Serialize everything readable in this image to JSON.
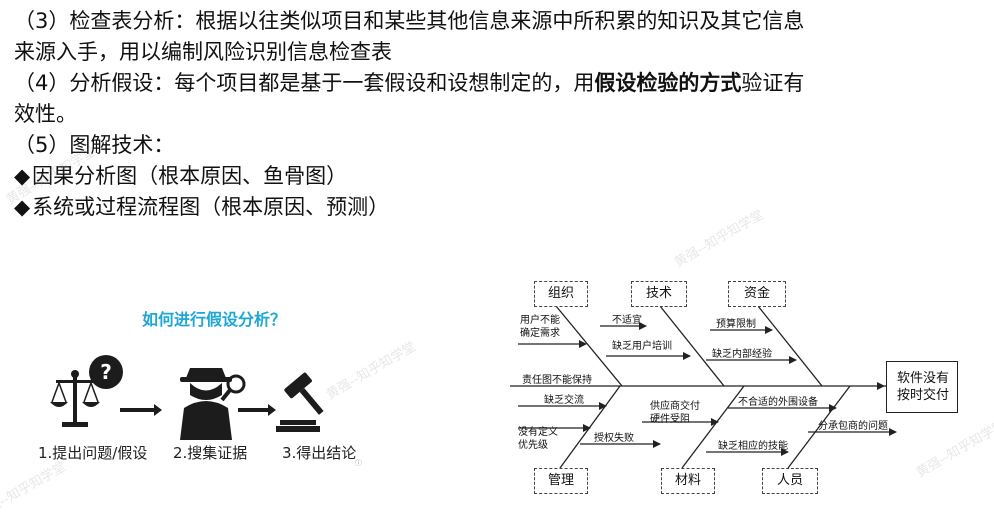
{
  "paragraphs": {
    "p3_line1": "（3）检查表分析：根据以往类似项目和某些其他信息来源中所积累的知识及其它信息",
    "p3_line2": "来源入手，用以编制风险识别信息检查表",
    "p4_prefix": "（4）分析假设：每个项目都是基于一套假设和设想制定的，用",
    "p4_bold": "假设检验的方式",
    "p4_suffix": "验证有",
    "p4_line2": "效性。",
    "p5": "（5）图解技术：",
    "bullet1": "因果分析图（根本原因、鱼骨图）",
    "bullet2": "系统或过程流程图（根本原因、预测）",
    "bullet_symbol": "◆"
  },
  "hypothesis": {
    "title": "如何进行假设分析？",
    "steps": [
      "1.提出问题/假设",
      "2.搜集证据",
      "3.得出结论"
    ],
    "question_mark": "?",
    "tiny_mark": "ⓘ"
  },
  "watermark": "黄强--知乎知学堂",
  "fishbone": {
    "effect_line1": "软件没有",
    "effect_line2": "按时交付",
    "top_categories": [
      "组织",
      "技术",
      "资金"
    ],
    "bottom_categories": [
      "管理",
      "材料",
      "人员"
    ],
    "causes": {
      "org1_line1": "用户不能",
      "org1_line2": "确定需求",
      "tech1": "不适宜",
      "tech2": "缺乏用户培训",
      "fund1": "预算限制",
      "fund2": "缺乏内部经验",
      "main_left": "责任图不能保持",
      "mgmt1": "缺乏交流",
      "mgmt2_line1": "没有定义",
      "mgmt2_line2": "优先级",
      "mgmt3": "授权失败",
      "mat1_line1": "供应商交付",
      "mat1_line2": "硬件受阻",
      "mat2": "缺乏相应的技能",
      "staff1": "不合适的外围设备",
      "staff2": "分承包商的问题"
    }
  },
  "colors": {
    "accent": "#1ea7d6",
    "text": "#111111",
    "icon": "#1c1c1c"
  }
}
